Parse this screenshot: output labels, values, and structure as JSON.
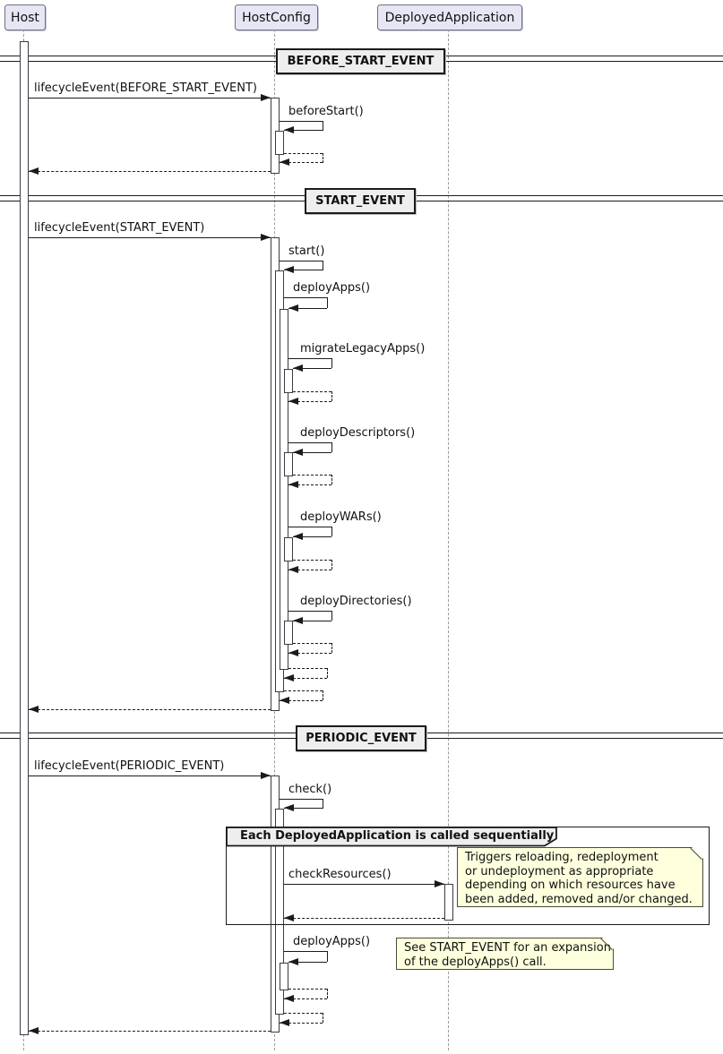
{
  "participants": [
    {
      "label": "Host"
    },
    {
      "label": "HostConfig"
    },
    {
      "label": "DeployedApplication"
    }
  ],
  "dividers": [
    {
      "label": "BEFORE_START_EVENT"
    },
    {
      "label": "START_EVENT"
    },
    {
      "label": "PERIODIC_EVENT"
    }
  ],
  "messages": {
    "lifecycle_before_start": "lifecycleEvent(BEFORE_START_EVENT)",
    "before_start": "beforeStart()",
    "lifecycle_start": "lifecycleEvent(START_EVENT)",
    "start": "start()",
    "deploy_apps": "deployApps()",
    "migrate_legacy_apps": "migrateLegacyApps()",
    "deploy_descriptors": "deployDescriptors()",
    "deploy_wars": "deployWARs()",
    "deploy_directories": "deployDirectories()",
    "lifecycle_periodic": "lifecycleEvent(PERIODIC_EVENT)",
    "check": "check()",
    "check_resources": "checkResources()",
    "deploy_apps_periodic": "deployApps()"
  },
  "group": {
    "title": "Each DeployedApplication is called sequentially"
  },
  "notes": {
    "check_resources_note": "Triggers reloading, redeployment\nor undeployment as appropriate\ndepending on which resources have\nbeen added, removed and/or changed.",
    "deploy_apps_note": "See START_EVENT for an expansion\nof the deployApps() call."
  },
  "colors": {
    "line": "#1b1b1b",
    "participant-fill": "#E6E6F5",
    "participant-border": "#70707E",
    "note-fill": "#FEFFDD",
    "note-border": "#4A4A3E",
    "divider-fill": "#EEEEEE",
    "lifeline": "#9A9A9A",
    "activation-border": "#3B3B44"
  }
}
